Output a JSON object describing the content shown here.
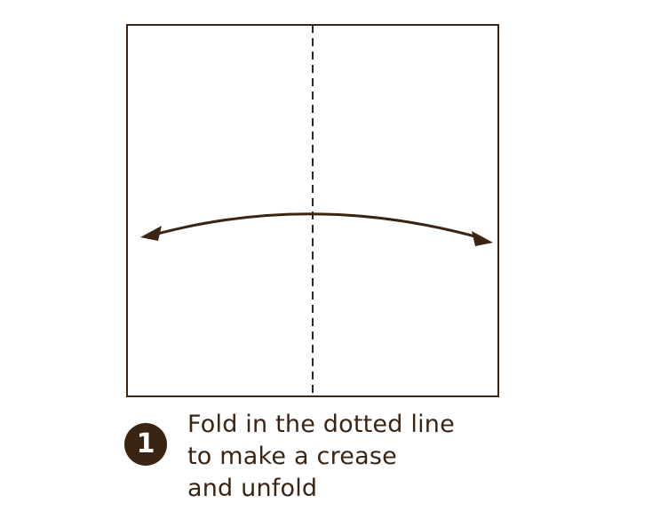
{
  "step": {
    "number": "1",
    "lines": [
      "Fold in the dotted line",
      "to make a crease",
      "and unfold"
    ]
  },
  "colors": {
    "ink": "#3a2414",
    "paper": "#ffffff"
  },
  "icons": {
    "fold_arrow": "double-headed-curved-arrow-icon",
    "crease": "dashed-valley-fold-line"
  }
}
